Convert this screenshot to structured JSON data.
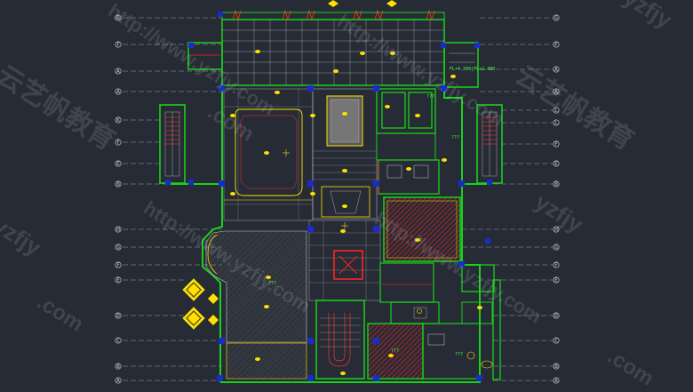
{
  "drawing": {
    "background": "#262b35",
    "wall_color": "#19d119",
    "axis_color": "#c8c8c8",
    "hatch_red": "#cc2222",
    "light_yellow": "#ffe000",
    "column_blue": "#1a2cc8"
  },
  "axis_labels": {
    "left": [
      "B",
      "F",
      "A",
      "A",
      "K",
      "F",
      "E",
      "B",
      "H",
      "G",
      "F",
      "E",
      "D",
      "C",
      "B",
      "A"
    ],
    "right": [
      "G",
      "F",
      "A",
      "A",
      "L",
      "L",
      "F",
      "E",
      "B",
      "H",
      "G",
      "F",
      "E",
      "D",
      "C",
      "B",
      "A"
    ]
  },
  "annotations": {
    "level_note": "FL+4.200|FL+2.400",
    "room_codes": [
      "???",
      "???",
      "???",
      "???",
      "???",
      "???"
    ]
  },
  "watermarks": {
    "url": "http://www.yzfjy.com",
    "brand": "云艺帆教育",
    "short": "yzfjy",
    "tail": ".com"
  }
}
